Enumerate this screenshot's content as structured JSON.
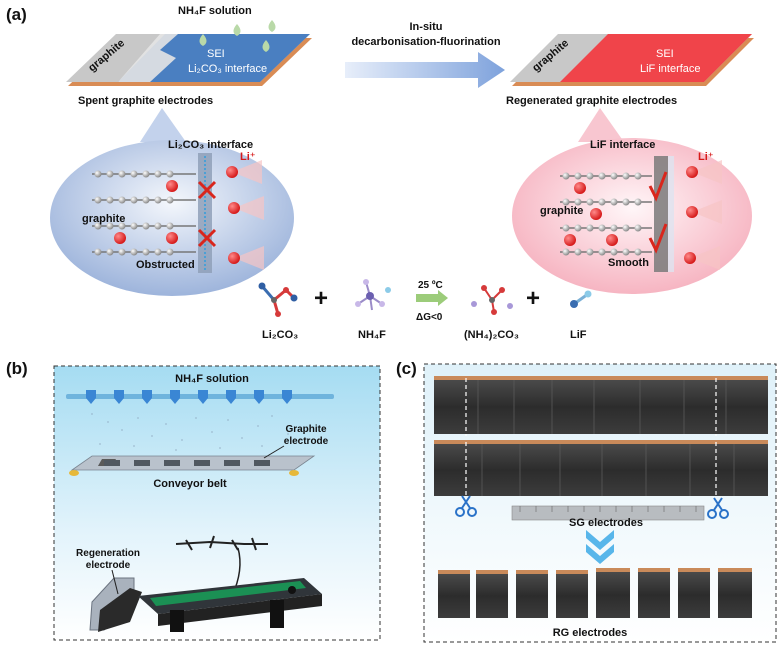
{
  "panel_a": {
    "tag": "(a)",
    "solution_label": "NH₄F solution",
    "process_label_line1": "In-situ",
    "process_label_line2": "decarbonisation-fluorination",
    "left_electrode": {
      "graphite": "graphite",
      "sei": "SEI",
      "interface": "Li₂CO₃ interface",
      "caption": "Spent graphite electrodes"
    },
    "right_electrode": {
      "graphite": "graphite",
      "sei": "SEI",
      "interface": "LiF interface",
      "caption": "Regenerated graphite electrodes"
    },
    "left_zoom": {
      "title": "Li₂CO₃ interface",
      "li_label": "Li⁺",
      "graphite": "graphite",
      "status": "Obstructed"
    },
    "right_zoom": {
      "title": "LiF interface",
      "li_label": "Li⁺",
      "graphite": "graphite",
      "status": "Smooth"
    },
    "reaction": {
      "reactant1": "Li₂CO₃",
      "plus": "+",
      "reactant2": "NH₄F",
      "temperature": "25 ºC",
      "gibbs": "ΔG<0",
      "product1": "(NH₄)₂CO₃",
      "product2": "LiF"
    },
    "colors": {
      "li2co3_sheet": "#4a7fc1",
      "lif_sheet": "#f0444a",
      "li_ion": "#e8282a",
      "cross": "#d9261c"
    }
  },
  "panel_b": {
    "tag": "(b)",
    "solution_label": "NH₄F solution",
    "graphite_electrode_line1": "Graphite",
    "graphite_electrode_line2": "electrode",
    "conveyor_belt": "Conveyor belt",
    "regeneration_line1": "Regeneration",
    "regeneration_line2": "electrode"
  },
  "panel_c": {
    "tag": "(c)",
    "sg_electrodes": "SG electrodes",
    "rg_electrodes": "RG electrodes"
  }
}
